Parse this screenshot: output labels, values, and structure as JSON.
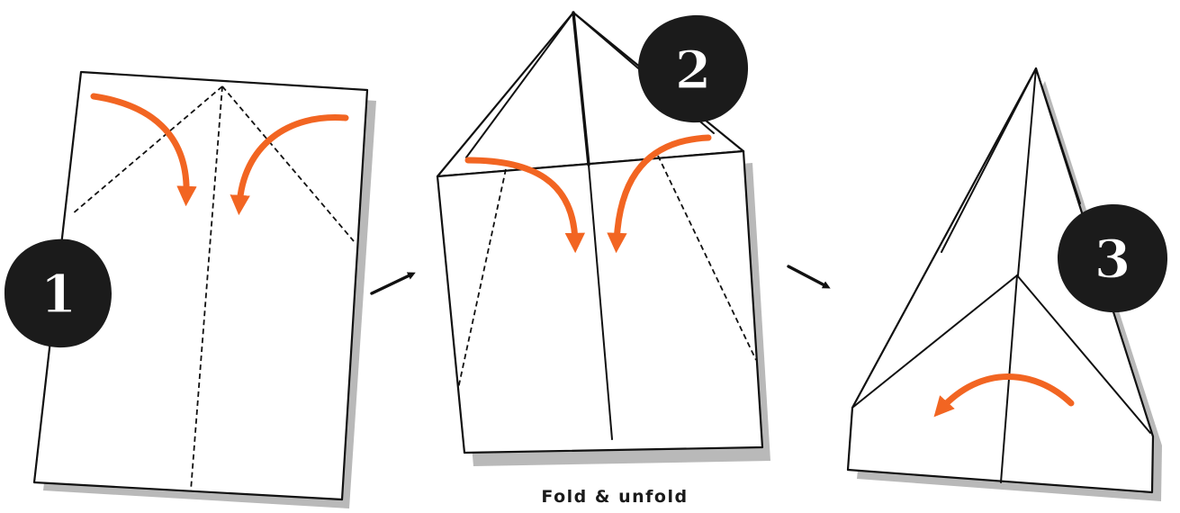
{
  "steps": [
    {
      "number": "1"
    },
    {
      "number": "2",
      "caption": "Fold & unfold"
    },
    {
      "number": "3"
    }
  ],
  "colors": {
    "fold_arrow": "#f26522",
    "ink": "#111111",
    "badge": "#1b1b1b",
    "shadow": "#b9b9b9"
  },
  "icons": {
    "fold_arrow": "curved-arrow-icon",
    "next_step": "right-down-arrow-icon",
    "step_badge": "numbered-circle-badge"
  }
}
